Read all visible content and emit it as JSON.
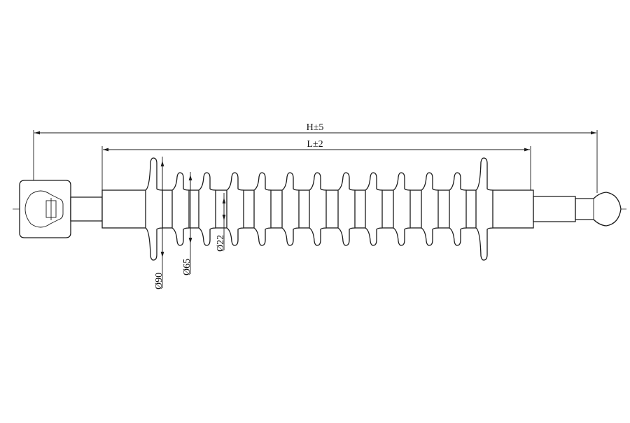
{
  "dimensions": {
    "overall_length": "H±5",
    "insulation_length": "L±2",
    "large_shed_diameter": "Ø90",
    "small_shed_diameter": "Ø65",
    "core_diameter": "Ø22"
  },
  "sheds": {
    "large_count": 2,
    "small_count": 11
  }
}
